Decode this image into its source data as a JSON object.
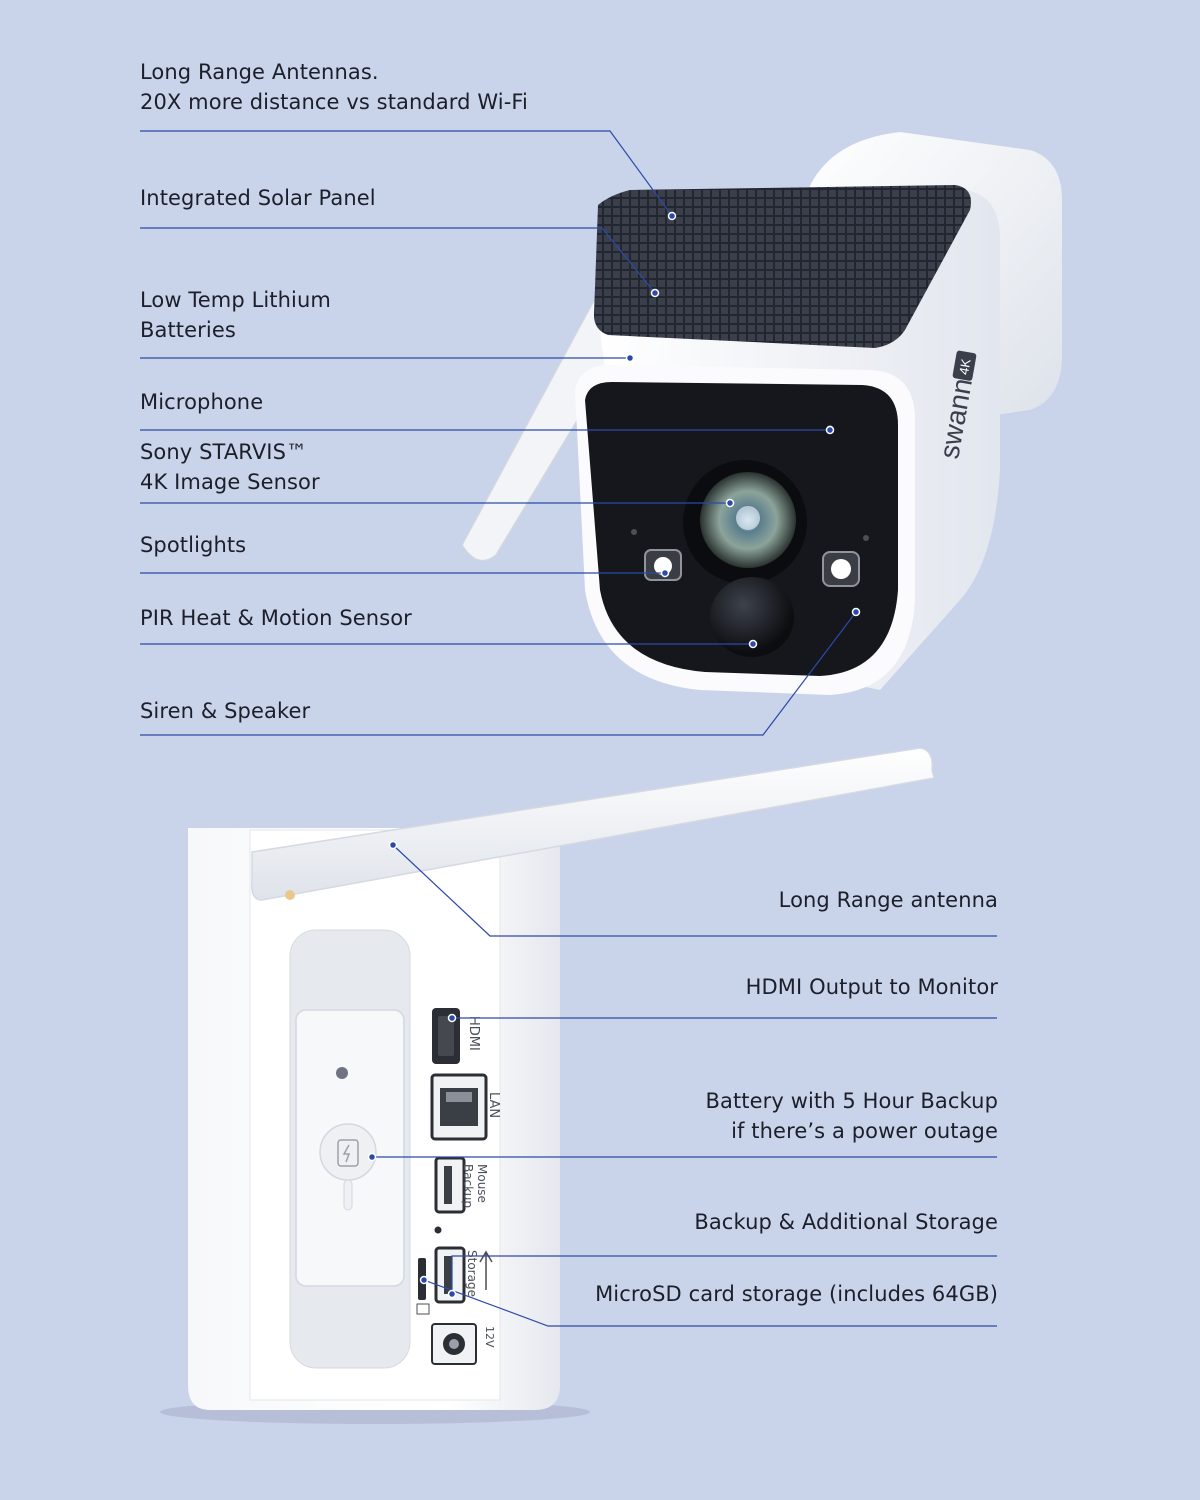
{
  "camera_callouts": [
    {
      "id": "antennas",
      "lines": [
        "Long Range Antennas.",
        "20X more distance vs standard Wi-Fi"
      ]
    },
    {
      "id": "solar",
      "lines": [
        "Integrated Solar Panel"
      ]
    },
    {
      "id": "batteries",
      "lines": [
        "Low Temp Lithium",
        "Batteries"
      ]
    },
    {
      "id": "microphone",
      "lines": [
        "Microphone"
      ]
    },
    {
      "id": "sensor",
      "lines": [
        "Sony STARVIS™",
        "4K Image Sensor"
      ]
    },
    {
      "id": "spotlights",
      "lines": [
        "Spotlights"
      ]
    },
    {
      "id": "pir",
      "lines": [
        "PIR Heat & Motion Sensor"
      ]
    },
    {
      "id": "siren",
      "lines": [
        "Siren & Speaker"
      ]
    }
  ],
  "nvr_callouts": [
    {
      "id": "nvr-antenna",
      "lines": [
        "Long Range antenna"
      ]
    },
    {
      "id": "hdmi",
      "lines": [
        "HDMI Output to Monitor"
      ]
    },
    {
      "id": "battery-backup",
      "lines": [
        "Battery with 5 Hour Backup",
        "if there’s a power outage"
      ]
    },
    {
      "id": "storage",
      "lines": [
        "Backup & Additional Storage"
      ]
    },
    {
      "id": "microsd",
      "lines": [
        "MicroSD card storage (includes 64GB)"
      ]
    }
  ],
  "device_text": {
    "brand": "swann",
    "badge": "4K",
    "port_hdmi": "HDMI",
    "port_lan": "LAN",
    "port_mouse_1": "Mouse",
    "port_mouse_2": "Backup",
    "port_storage": "Storage",
    "port_power": "12V"
  },
  "colors": {
    "background": "#c9d3ea",
    "leader_line": "#2c4aa8",
    "text": "#1c1f2a",
    "device_white": "#f4f5f8",
    "camera_face": "#15171c",
    "solar_panel": "#262a33"
  }
}
